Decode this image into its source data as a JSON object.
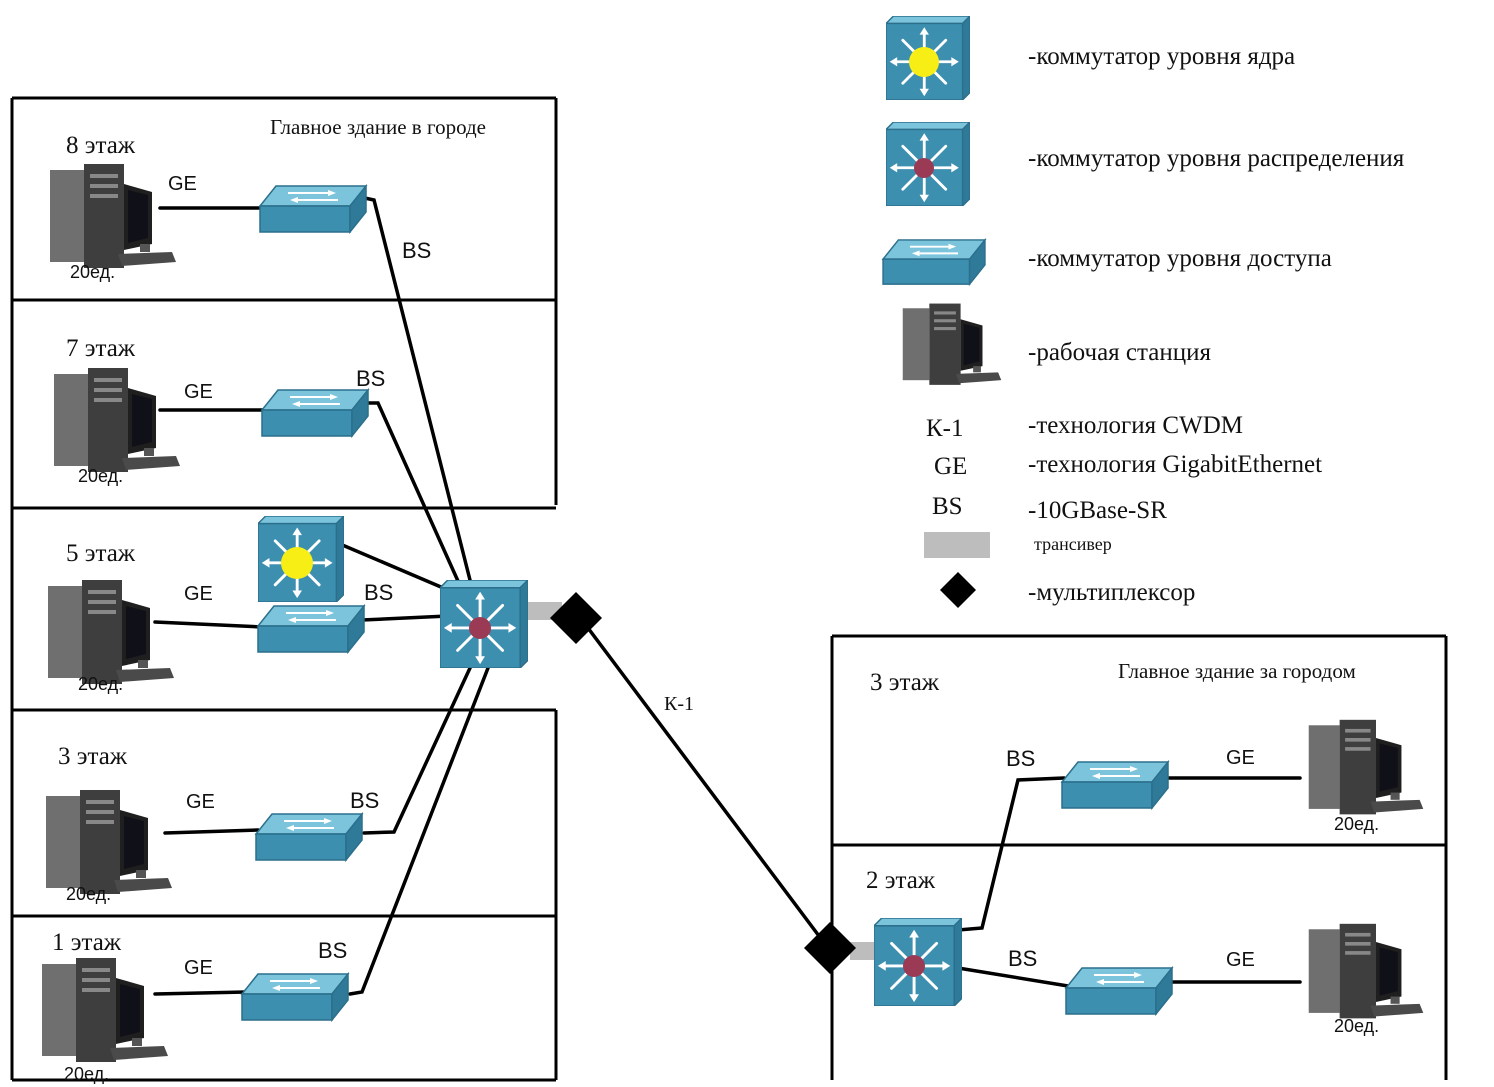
{
  "legend": {
    "core_switch": "-коммутатор уровня ядра",
    "distribution_switch": "-коммутатор уровня распределения",
    "access_switch": "-коммутатор уровня доступа",
    "workstation": "-рабочая станция",
    "k1_code": "К-1",
    "k1_desc": "-технология CWDM",
    "ge_code": "GE",
    "ge_desc": "-технология GigabitEthernet",
    "bs_code": "BS",
    "bs_desc": "-10GBase-SR",
    "transceiver": "трансивер",
    "multiplexer": "-мультиплексор"
  },
  "city_building": {
    "title": "Главное здание в городе",
    "floors": [
      {
        "label": "8 этаж",
        "count": "20ед.",
        "ge": "GE",
        "bs": "BS"
      },
      {
        "label": "7 этаж",
        "count": "20ед.",
        "ge": "GE",
        "bs": "BS"
      },
      {
        "label": "5 этаж",
        "count": "20ед.",
        "ge": "GE",
        "bs": "BS"
      },
      {
        "label": "3 этаж",
        "count": "20ед.",
        "ge": "GE",
        "bs": "BS"
      },
      {
        "label": "1 этаж",
        "count": "20ед.",
        "ge": "GE",
        "bs": "BS"
      }
    ]
  },
  "link_label": "К-1",
  "suburb_building": {
    "title": "Главное здание за городом",
    "floors": [
      {
        "label": "3 этаж",
        "count": "20ед.",
        "ge": "GE",
        "bs": "BS"
      },
      {
        "label": "2 этаж",
        "count": "20ед.",
        "ge": "GE",
        "bs": "BS"
      }
    ]
  },
  "colors": {
    "switch_face": "#3d8fb0",
    "switch_top": "#7cc4dc",
    "core_center": "#f7ee16",
    "dist_center": "#9a3a55",
    "transceiver": "#bdbdbd"
  }
}
